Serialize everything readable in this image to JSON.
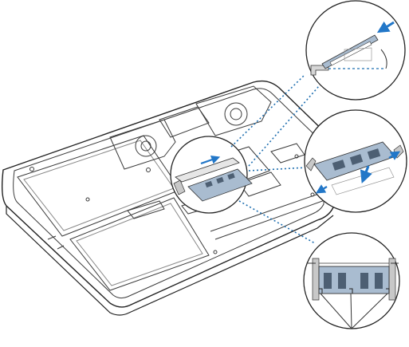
{
  "figure": {
    "subject": "laptop-bottom-case-removed-memory-installation",
    "colors": {
      "line": "#3a3a3a",
      "outline_dark": "#222222",
      "callout_dots": "#1f6fb0",
      "arrow_blue": "#2277c8",
      "memory_module": "#a9bcd0",
      "memory_chip": "#4d5f73",
      "latch_gray": "#c8c8c8",
      "background": "#ffffff"
    },
    "callouts": [
      {
        "id": "insert-angle",
        "icons": [
          "arrow-in-icon",
          "angle-arc-icon"
        ]
      },
      {
        "id": "push-down",
        "icons": [
          "arrow-down-icon",
          "arrow-out-left-icon",
          "arrow-out-right-icon"
        ]
      },
      {
        "id": "notch-alignment",
        "icons": [
          "notch-pointer-icon"
        ]
      }
    ]
  }
}
